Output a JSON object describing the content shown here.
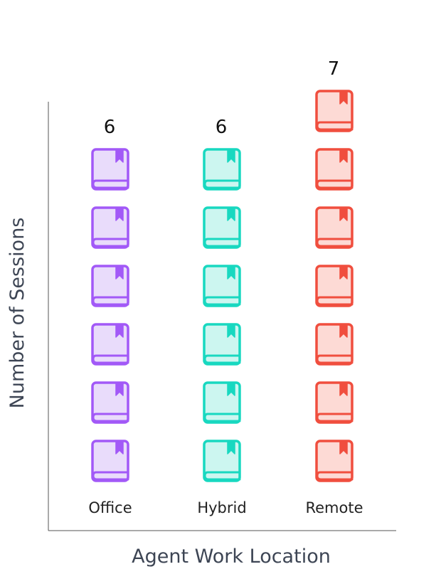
{
  "chart_data": {
    "type": "pictograph",
    "title": "",
    "xlabel": "Agent Work Location",
    "ylabel": "Number of Sessions",
    "icon": "book-icon",
    "categories": [
      "Office",
      "Hybrid",
      "Remote"
    ],
    "values": [
      6,
      6,
      7
    ],
    "colors": {
      "Office": {
        "stroke": "#a259f7",
        "fill": "#e9dcfb"
      },
      "Hybrid": {
        "stroke": "#18d8c0",
        "fill": "#ccf6f0"
      },
      "Remote": {
        "stroke": "#f04e3e",
        "fill": "#fddad5"
      }
    },
    "axis_color": "#555555",
    "label_color": "#3d4554",
    "grid": false,
    "legend": "none"
  }
}
